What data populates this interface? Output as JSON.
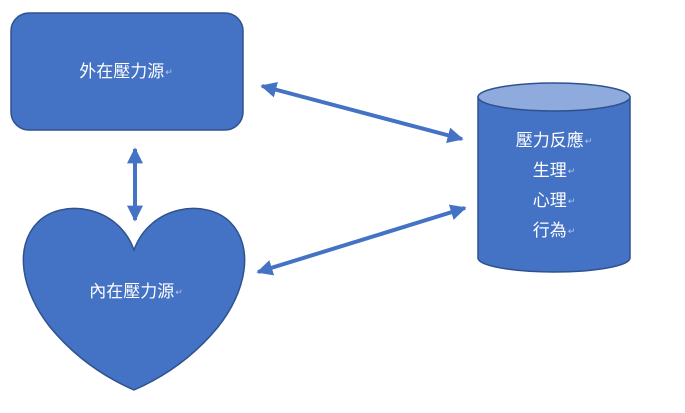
{
  "diagram": {
    "fill_color": "#4472c4",
    "stroke_color": "#2f528f",
    "cylinder_top_color": "#8faadc",
    "arrow_color": "#4472c4",
    "paragraph_mark": "↵",
    "external_source": {
      "label": "外在壓力源"
    },
    "internal_source": {
      "label": "內在壓力源"
    },
    "stress_response": {
      "title": "壓力反應",
      "items": [
        "生理",
        "心理",
        "行為"
      ]
    }
  }
}
